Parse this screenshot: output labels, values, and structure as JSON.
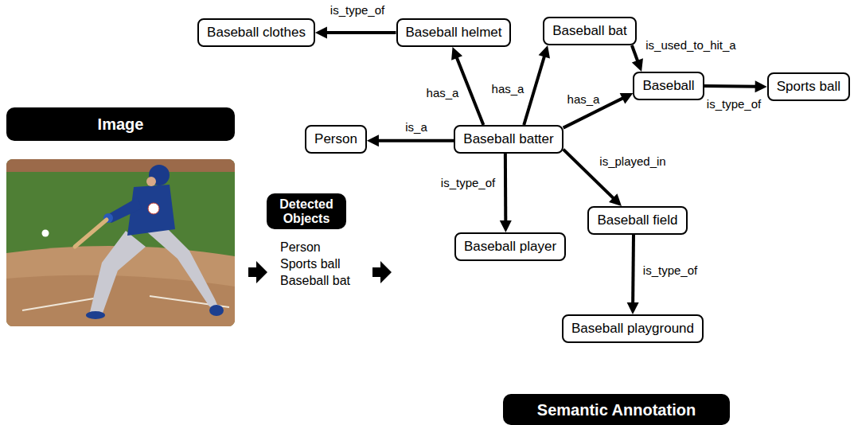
{
  "diagram": {
    "nodes": [
      {
        "text": [
          "Baseball clothes"
        ]
      },
      {
        "text": [
          "Baseball helmet"
        ]
      },
      {
        "text": [
          "Baseball bat"
        ]
      },
      {
        "text": [
          "Baseball"
        ]
      },
      {
        "text": [
          "Sports ball"
        ]
      },
      {
        "text": [
          "Image"
        ]
      },
      {
        "text": [
          "Person"
        ]
      },
      {
        "text": [
          "Baseball batter"
        ]
      },
      {
        "text": [
          "Detected Objects"
        ]
      },
      {
        "text": [
          "Baseball field"
        ]
      },
      {
        "text": [
          "Baseball player"
        ]
      },
      {
        "text": [
          "Baseball playground"
        ]
      },
      {
        "text": [
          "Semantic Annotation"
        ]
      }
    ],
    "edges": [
      {
        "from": 1,
        "to": 0,
        "label": "is_type_of",
        "arrow": "to"
      },
      {
        "from": 7,
        "to": 1,
        "label": "has_a",
        "arrow": "to"
      },
      {
        "from": 7,
        "to": 2,
        "label": "has_a",
        "arrow": "to"
      },
      {
        "from": 7,
        "to": 3,
        "label": "has_a",
        "arrow": "to"
      },
      {
        "from": 2,
        "to": 3,
        "label": "is_used_to_hit_a",
        "arrow": "to"
      },
      {
        "from": 3,
        "to": 4,
        "label": "is_type_of",
        "arrow": "to"
      },
      {
        "from": 7,
        "to": 6,
        "label": "is_a",
        "arrow": "to"
      },
      {
        "from": 7,
        "to": 10,
        "label": "is_type_of",
        "arrow": "to"
      },
      {
        "from": 7,
        "to": 9,
        "label": "is_played_in",
        "arrow": "to"
      },
      {
        "from": 9,
        "to": 11,
        "label": "is_type_of",
        "arrow": "to"
      }
    ],
    "labels": [
      "Person",
      "Sports ball",
      "Baseball bat"
    ]
  }
}
